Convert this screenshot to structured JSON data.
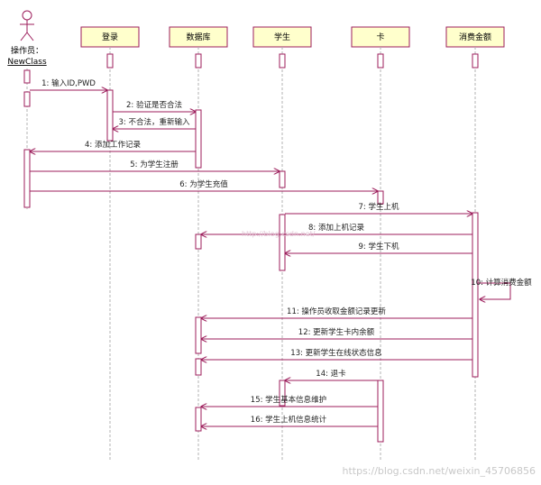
{
  "actor": {
    "name_line1": "操作员：",
    "name_line2": "NewClass"
  },
  "lifelines": [
    {
      "id": "login",
      "label": "登录"
    },
    {
      "id": "db",
      "label": "数据库"
    },
    {
      "id": "student",
      "label": "学生"
    },
    {
      "id": "card",
      "label": "卡"
    },
    {
      "id": "consume",
      "label": "消费金额"
    }
  ],
  "messages": [
    {
      "text": "1: 输入ID,PWD",
      "from": "actor",
      "to": "login",
      "kind": "call"
    },
    {
      "text": "2: 验证是否合法",
      "from": "login",
      "to": "db",
      "kind": "call"
    },
    {
      "text": "3: 不合法，重新输入",
      "from": "db",
      "to": "login",
      "kind": "return"
    },
    {
      "text": "4: 添加工作记录",
      "from": "db",
      "to": "actor",
      "kind": "return"
    },
    {
      "text": "5: 为学生注册",
      "from": "actor",
      "to": "student",
      "kind": "call"
    },
    {
      "text": "6: 为学生充值",
      "from": "actor",
      "to": "card",
      "kind": "call"
    },
    {
      "text": "7: 学生上机",
      "from": "student",
      "to": "consume",
      "kind": "call"
    },
    {
      "text": "8: 添加上机记录",
      "from": "consume",
      "to": "db",
      "kind": "return"
    },
    {
      "text": "9: 学生下机",
      "from": "consume",
      "to": "student",
      "kind": "return"
    },
    {
      "text": "10: 计算消费金额",
      "from": "consume",
      "to": "consume",
      "kind": "self"
    },
    {
      "text": "11: 操作员收取金额记录更新",
      "from": "consume",
      "to": "db",
      "kind": "return"
    },
    {
      "text": "12: 更新学生卡内余额",
      "from": "consume",
      "to": "db",
      "kind": "return"
    },
    {
      "text": "13: 更新学生在线状态信息",
      "from": "consume",
      "to": "db",
      "kind": "return"
    },
    {
      "text": "14: 退卡",
      "from": "card",
      "to": "student",
      "kind": "return"
    },
    {
      "text": "15: 学生基本信息维护",
      "from": "card",
      "to": "db",
      "kind": "return"
    },
    {
      "text": "16: 学生上机信息统计",
      "from": "card",
      "to": "db",
      "kind": "return"
    }
  ],
  "watermark": {
    "corner": "https://blog.csdn.net/weixin_45706856",
    "center": "http://blog.csdn.net/"
  },
  "colors": {
    "header_fill": "#ffffcc",
    "header_stroke": "#9c1d5b",
    "arrow": "#9c1d5b",
    "lifeline": "#b3b3b3"
  }
}
